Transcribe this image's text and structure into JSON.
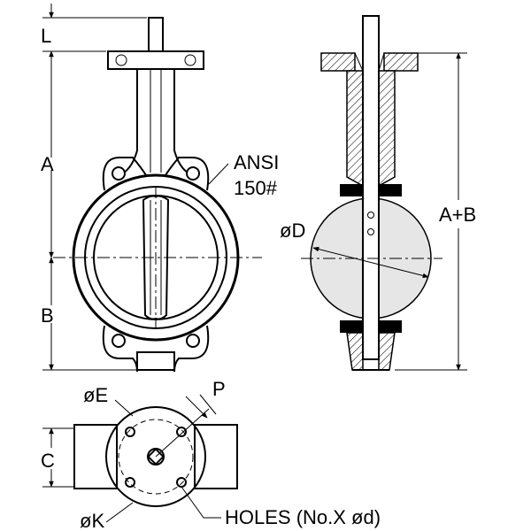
{
  "labels": {
    "L": "L",
    "A": "A",
    "B": "B",
    "A_plus_B": "A+B",
    "ANSI_line1": "ANSI",
    "ANSI_line2": "150#",
    "D": "øD",
    "E": "øE",
    "P": "P",
    "C": "C",
    "K": "øK",
    "holes": "HOLES (No.X ød)"
  }
}
